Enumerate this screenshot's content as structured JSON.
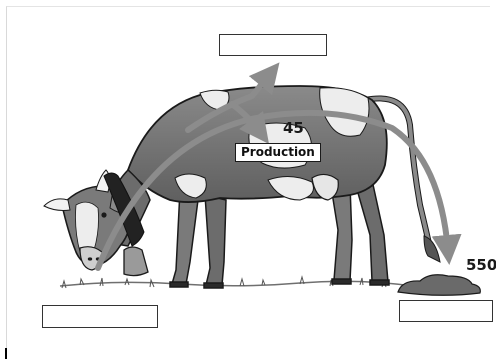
{
  "diagram": {
    "production_label": "Production",
    "values": {
      "production": "45",
      "manure": "550"
    },
    "label_boxes": {
      "top": "",
      "left": "",
      "right": ""
    },
    "colors": {
      "arrow": "#8c8c8c",
      "cow_body": "#7a7a7a",
      "cow_patch": "#ededed",
      "outline": "#1a1a1a"
    }
  }
}
